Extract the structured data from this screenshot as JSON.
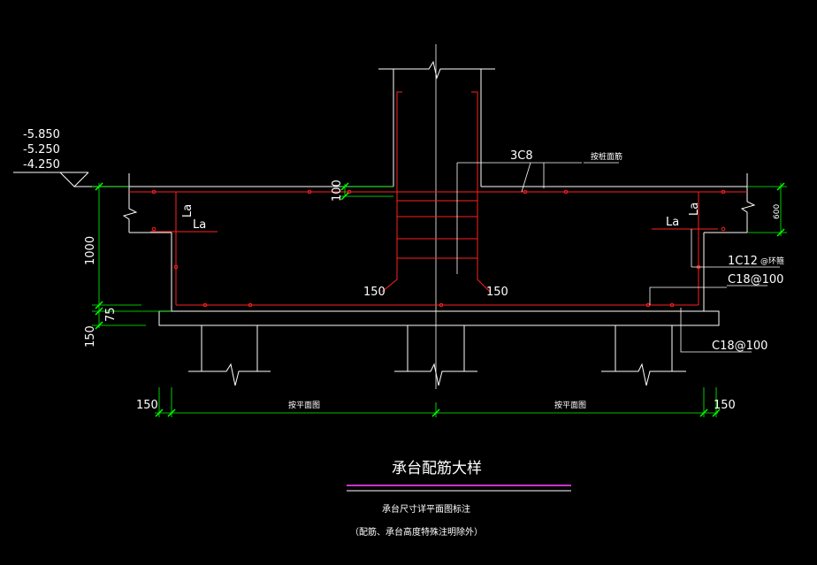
{
  "colors": {
    "background": "#000000",
    "outline": "#ffffff",
    "rebar": "#ff2020",
    "dimension": "#00ff00",
    "title_underline_1": "#cc33cc",
    "title_underline_2": "#ffffff"
  },
  "elevations": {
    "top": "-5.850",
    "middle": "-5.250",
    "bottom": "-4.250"
  },
  "dimensions": {
    "left_height": "1000",
    "top_cover": "100",
    "bottom_cover": "75",
    "cushion": "150",
    "right_height": "600",
    "bottom_left": "150",
    "bottom_right": "150",
    "bottom_left_span": "按平面图",
    "bottom_right_span": "按平面图"
  },
  "annotations": {
    "rebar_3c8": "3C8",
    "slab_note": "按桩面筋",
    "la_left_1": "La",
    "la_left_2": "La",
    "la_right_1": "La",
    "la_right_2": "La",
    "stirrup": "1C12",
    "stirrup_note": "@环箍",
    "top_bar": "C18@100",
    "bottom_bar": "C18@100",
    "hook_left": "150",
    "hook_right": "150"
  },
  "title": {
    "main": "承台配筋大样",
    "note_1": "承台尺寸详平面图标注",
    "note_2": "（配筋、承台高度特殊注明除外）"
  }
}
